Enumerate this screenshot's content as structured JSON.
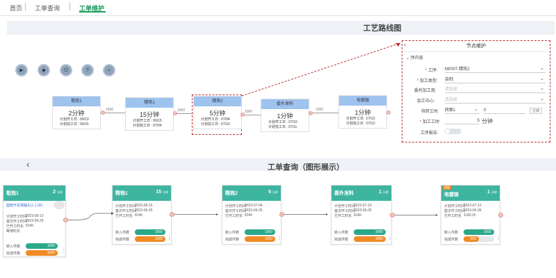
{
  "nav": {
    "tabs": [
      {
        "label": "首页"
      },
      {
        "label": "工单查询"
      },
      {
        "label": "工单维护"
      }
    ],
    "accent_color": "#1a9a5a"
  },
  "route": {
    "title": "工艺路线图",
    "tools": [
      {
        "icon": "play-icon"
      },
      {
        "icon": "eye-icon"
      },
      {
        "icon": "power-icon"
      },
      {
        "icon": "help-icon"
      },
      {
        "icon": "zoom-icon"
      }
    ],
    "nodes": [
      {
        "name": "粗铣1",
        "duration": "2分钟",
        "start_label": "计划开工日 : 06/13",
        "end_label": "计划完工日 : 06/15"
      },
      {
        "name": "精铣1",
        "duration": "15分钟",
        "start_label": "计划开工日 : 06/15",
        "end_label": "计划完工日 : 07/04"
      },
      {
        "name": "精铣2",
        "duration": "5分钟",
        "start_label": "计划开工日 : 07/04",
        "end_label": "计划完工日 : 07/10"
      },
      {
        "name": "委外发料",
        "duration": "1分钟",
        "start_label": "计划开工日 : 07/10",
        "end_label": "计划完工日 : 07/11"
      },
      {
        "name": "电镀银",
        "duration": "1分钟",
        "start_label": "计划开工日 : 07/12",
        "end_label": "计划完工日 : 07/12"
      }
    ],
    "links": [
      "1000",
      "1000",
      "1000",
      "1000"
    ]
  },
  "popup": {
    "title": "节点维护",
    "section": "序内容",
    "fields": {
      "process_label": "工序:",
      "process_value": "M0007-精铣2",
      "type_label": "加工类型:",
      "type_value": "自制",
      "vendor_label": "委托加工商:",
      "vendor_placeholder": "请选择",
      "center_label": "加工中心:",
      "center_placeholder": "请选择",
      "wait_label": "待转工时:",
      "wait_unit": "转换1",
      "wait_value": "0",
      "wait_button": "分钟",
      "proc_label": "加工工时:",
      "proc_value": "5",
      "proc_unit": "分钟",
      "report_label": "工序报告:"
    }
  },
  "lower": {
    "title": "工单查询（图形展示）",
    "cards": [
      {
        "name": "粗铣1",
        "qty": "2",
        "unit": "分钟",
        "link": "圆度开关柄轴头(1.1.00)",
        "start_key": "计划开工时间",
        "start": "2023-06-13",
        "end_key": "首次开工时间",
        "end": "2023-06-25",
        "used_key": "已开工时长",
        "used": "814h",
        "idle_key": "等待时长",
        "idle": "",
        "in_label": "转入件数",
        "in_value": "1000",
        "done_label": "完成件数",
        "done_value": "1000",
        "in_fraction": 1.0,
        "done_fraction": 1.0,
        "badge": ""
      },
      {
        "name": "精铣1",
        "qty": "15",
        "unit": "分钟",
        "link": "",
        "start_key": "计划开工时间",
        "start": "2023-06-15",
        "end_key": "首次开工时间",
        "end": "2023-06-25",
        "used_key": "已开工时长",
        "used": "814h",
        "idle_key": "",
        "idle": "",
        "in_label": "转入件数",
        "in_value": "1000",
        "done_label": "完成件数",
        "done_value": "1000",
        "in_fraction": 1.0,
        "done_fraction": 1.0,
        "badge": ""
      },
      {
        "name": "精铣2",
        "qty": "5",
        "unit": "分钟",
        "link": "",
        "start_key": "计划开工时间",
        "start": "2023-07-04",
        "end_key": "首次开工时间",
        "end": "2023-06-25",
        "used_key": "已开工时长",
        "used": "814h",
        "idle_key": "",
        "idle": "",
        "in_label": "转入件数",
        "in_value": "1000",
        "done_label": "完成件数",
        "done_value": "1000",
        "in_fraction": 1.0,
        "done_fraction": 1.0,
        "badge": ""
      },
      {
        "name": "委外发料",
        "qty": "1",
        "unit": "分钟",
        "link": "",
        "start_key": "计划开工时间",
        "start": "2023-07-10",
        "end_key": "首次开工时间",
        "end": "2023-06-25",
        "used_key": "已开工时长",
        "used": "814h",
        "idle_key": "",
        "idle": "",
        "in_label": "转入件数",
        "in_value": "1000",
        "done_label": "完成件数",
        "done_value": "1000",
        "in_fraction": 1.0,
        "done_fraction": 1.0,
        "badge": ""
      },
      {
        "name": "电镀银",
        "qty": "1",
        "unit": "分钟",
        "link": "",
        "start_key": "计划开工时间",
        "start": "2023-07-12",
        "end_key": "首次开工时间",
        "end": "2023-06-28",
        "used_key": "已开工时长",
        "used": "1180.2h",
        "idle_key": "",
        "idle": "",
        "in_label": "转入件数",
        "in_value": "1000",
        "done_label": "完成件数",
        "done_value": "500",
        "in_fraction": 1.0,
        "done_fraction": 0.5,
        "badge": "电镀"
      }
    ],
    "colors": {
      "header": "#3db5a1",
      "in_bar": "#2aa88a",
      "done_bar": "#f08a24"
    }
  }
}
